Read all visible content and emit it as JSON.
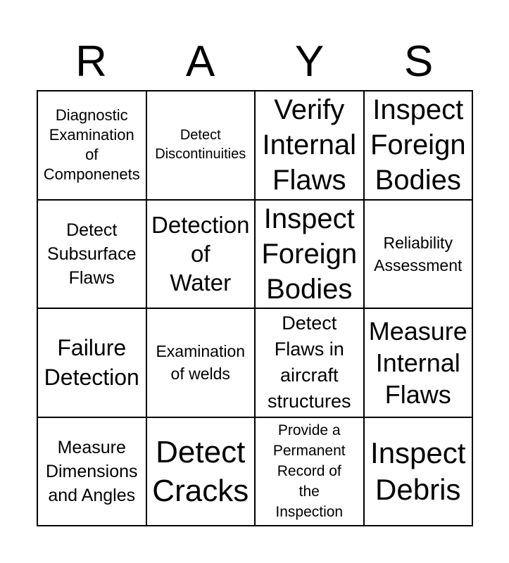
{
  "header": [
    "R",
    "A",
    "Y",
    "S"
  ],
  "cells": [
    "Diagnostic\nExamination\nof\nComponenets",
    "Detect\nDiscontinuities",
    "Verify\nInternal\nFlaws",
    "Inspect\nForeign\nBodies",
    "Detect\nSubsurface\nFlaws",
    "Detection\nof\nWater",
    "Inspect\nForeign\nBodies",
    "Reliability\nAssessment",
    "Failure\nDetection",
    "Examination\nof welds",
    "Detect\nFlaws in\naircraft\nstructures",
    "Measure\nInternal\nFlaws",
    "Measure\nDimensions\nand Angles",
    "Detect\nCracks",
    "Provide a\nPermanent\nRecord of\nthe\nInspection",
    "Inspect\nDebris"
  ]
}
